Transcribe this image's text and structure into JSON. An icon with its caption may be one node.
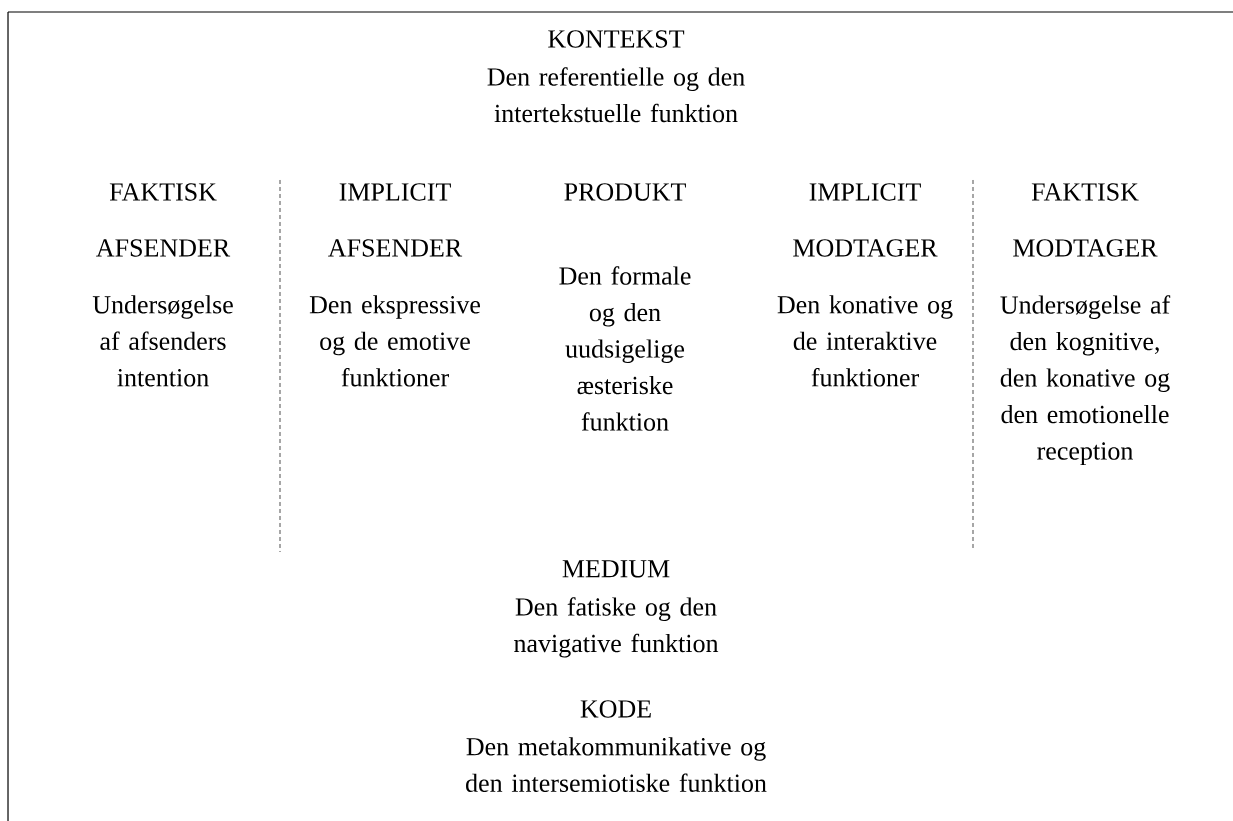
{
  "diagram": {
    "labels": [
      "KONTEKST",
      "Den referentielle og den intertekstuelle funktion",
      "FAKTISK",
      "IMPLICIT",
      "PRODUKT",
      "IMPLICIT",
      "FAKTISK",
      "AFSENDER",
      "AFSENDER",
      "MODTAGER",
      "MODTAGER",
      "Undersøgelse af afsenders intention",
      "Den ekspressive og de emotive funktioner",
      "Den formale og den uudsigelige æsteriske funktion",
      "Den konative og de interaktive funktioner",
      "Undersøgelse af den kognitive, den konative og den emotionelle reception",
      "MEDIUM",
      "Den fatiske og den navigative funktion",
      "KODE",
      "Den metakommunikative og den intersemiotiske funktion"
    ]
  }
}
